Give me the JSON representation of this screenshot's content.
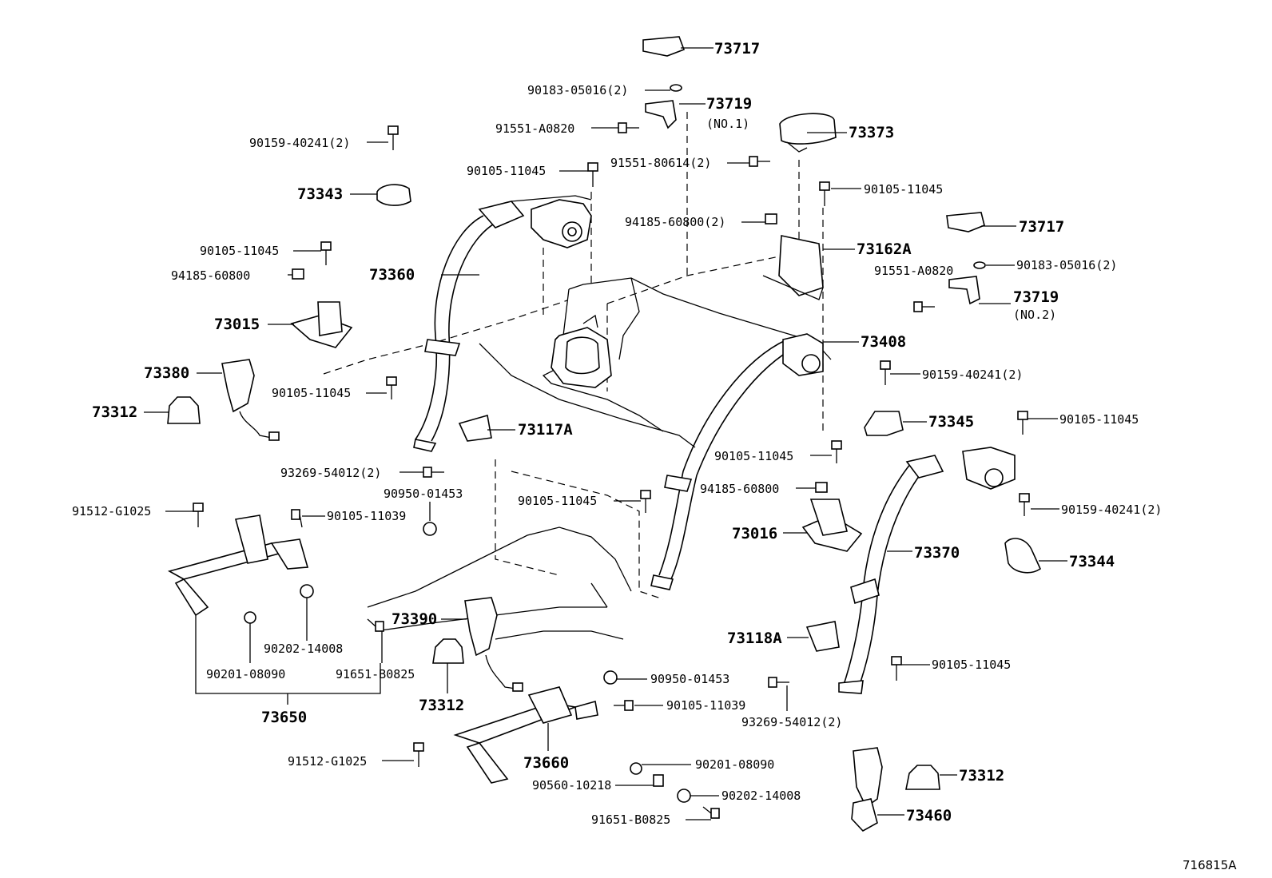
{
  "figure_code": "716815A",
  "callouts": {
    "p73717_top": "73717",
    "p90183_top": "90183-05016(2)",
    "p73719_no1": "73719",
    "p73719_no1_sub": "(NO.1)",
    "p91551_a0820_top": "91551-A0820",
    "p73373": "73373",
    "p90159_40241_top": "90159-40241(2)",
    "p91551_80614": "91551-80614(2)",
    "p90105_11045_a": "90105-11045",
    "p73343": "73343",
    "p90105_11045_b": "90105-11045",
    "p94185_60800_a": "94185-60800(2)",
    "p73162A": "73162A",
    "p73717_right": "73717",
    "p90105_11045_c": "90105-11045",
    "p91551_a0820_right": "91551-A0820",
    "p90183_right": "90183-05016(2)",
    "p94185_60800_b": "94185-60800",
    "p73360": "73360",
    "p73719_no2": "73719",
    "p73719_no2_sub": "(NO.2)",
    "p73015": "73015",
    "p73408": "73408",
    "p73380": "73380",
    "p90159_40241_mid": "90159-40241(2)",
    "p90105_11045_d": "90105-11045",
    "p73312_a": "73312",
    "p73345": "73345",
    "p73117A": "73117A",
    "p90105_11045_e": "90105-11045",
    "p90105_11045_f": "90105-11045",
    "p93269_a": "93269-54012(2)",
    "p94185_60800_c": "94185-60800",
    "p90950_a": "90950-01453",
    "p90105_11045_g": "90105-11045",
    "p90159_40241_right": "90159-40241(2)",
    "p91512_a": "91512-G1025",
    "p90105_11039_a": "90105-11039",
    "p73016": "73016",
    "p73370": "73370",
    "p73344": "73344",
    "p73390": "73390",
    "p73118A": "73118A",
    "p90202_a": "90202-14008",
    "p90105_11045_h": "90105-11045",
    "p90201_a": "90201-08090",
    "p91651_a": "91651-B0825",
    "p90950_b": "90950-01453",
    "p73312_b": "73312",
    "p90105_11039_b": "90105-11039",
    "p73650": "73650",
    "p93269_b": "93269-54012(2)",
    "p73660": "73660",
    "p91512_b": "91512-G1025",
    "p90201_b": "90201-08090",
    "p73312_c": "73312",
    "p90560": "90560-10218",
    "p90202_b": "90202-14008",
    "p73460": "73460",
    "p91651_b": "91651-B0825"
  }
}
